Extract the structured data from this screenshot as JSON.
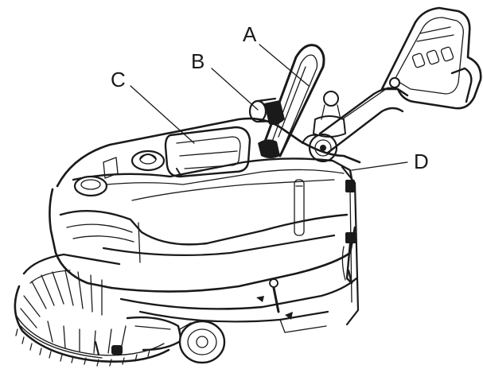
{
  "callouts": {
    "a": "A",
    "b": "B",
    "c": "C",
    "d": "D"
  },
  "colors": {
    "ink": "#1a1a1a",
    "background": "#ffffff"
  }
}
